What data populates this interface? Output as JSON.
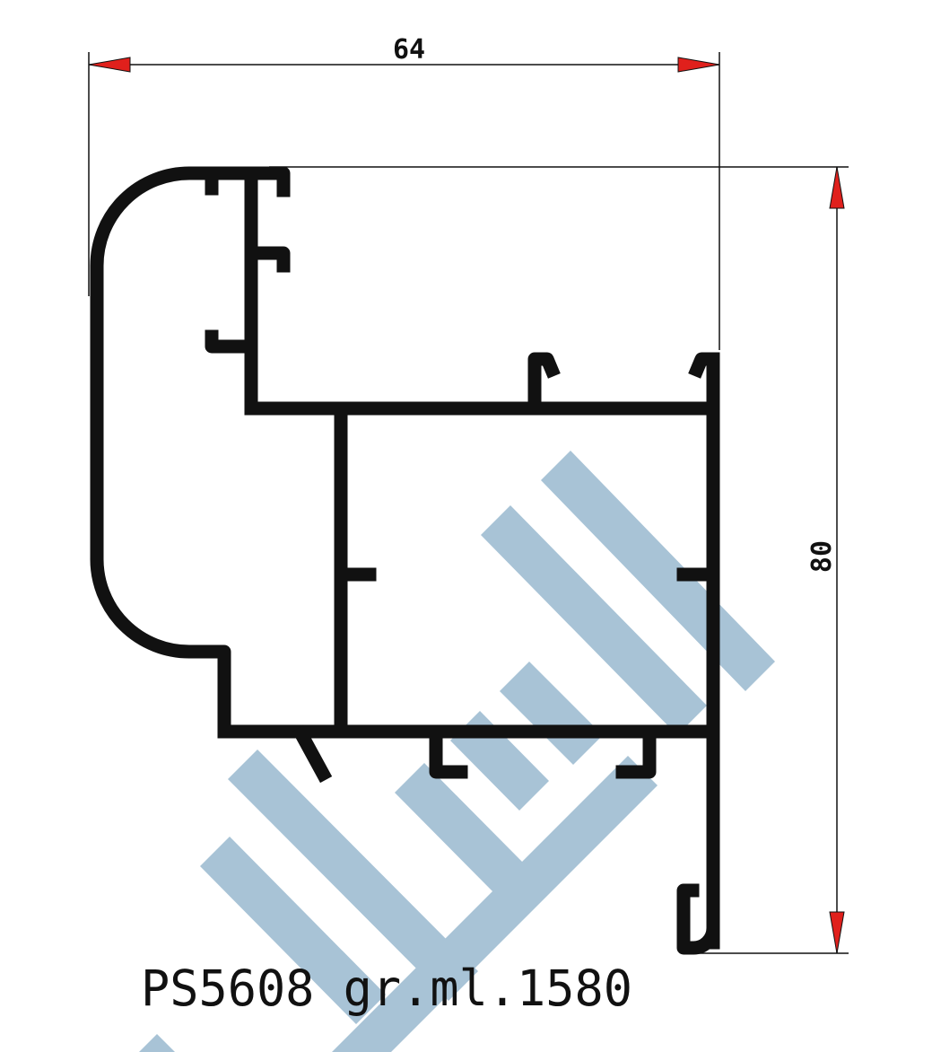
{
  "drawing": {
    "dimensions": {
      "width_label": "64",
      "height_label": "80"
    },
    "caption": "PS5608 gr.ml.1580",
    "colors": {
      "profile": "#111111",
      "arrow": "#e0201c",
      "watermark": "#a8c3d6",
      "background": "#ffffff"
    }
  }
}
